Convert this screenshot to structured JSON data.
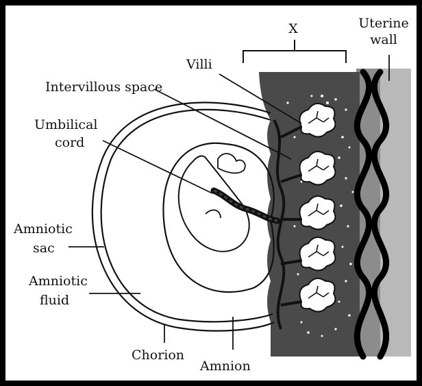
{
  "labels": {
    "x": "X",
    "uterine_1": "Uterine",
    "uterine_2": "wall",
    "villi": "Villi",
    "intervillous": "Intervillous space",
    "umbilical_1": "Umbilical",
    "umbilical_2": "cord",
    "amniotic_sac_1": "Amniotic",
    "amniotic_sac_2": "sac",
    "amniotic_fluid_1": "Amniotic",
    "amniotic_fluid_2": "fluid",
    "chorion": "Chorion",
    "amnion": "Amnion"
  },
  "colors": {
    "frame": "#000000",
    "placenta": "#4a4a4a",
    "uterine_wall": "#8c8c8c",
    "villus_fill": "#ffffff",
    "line": "#111111"
  }
}
